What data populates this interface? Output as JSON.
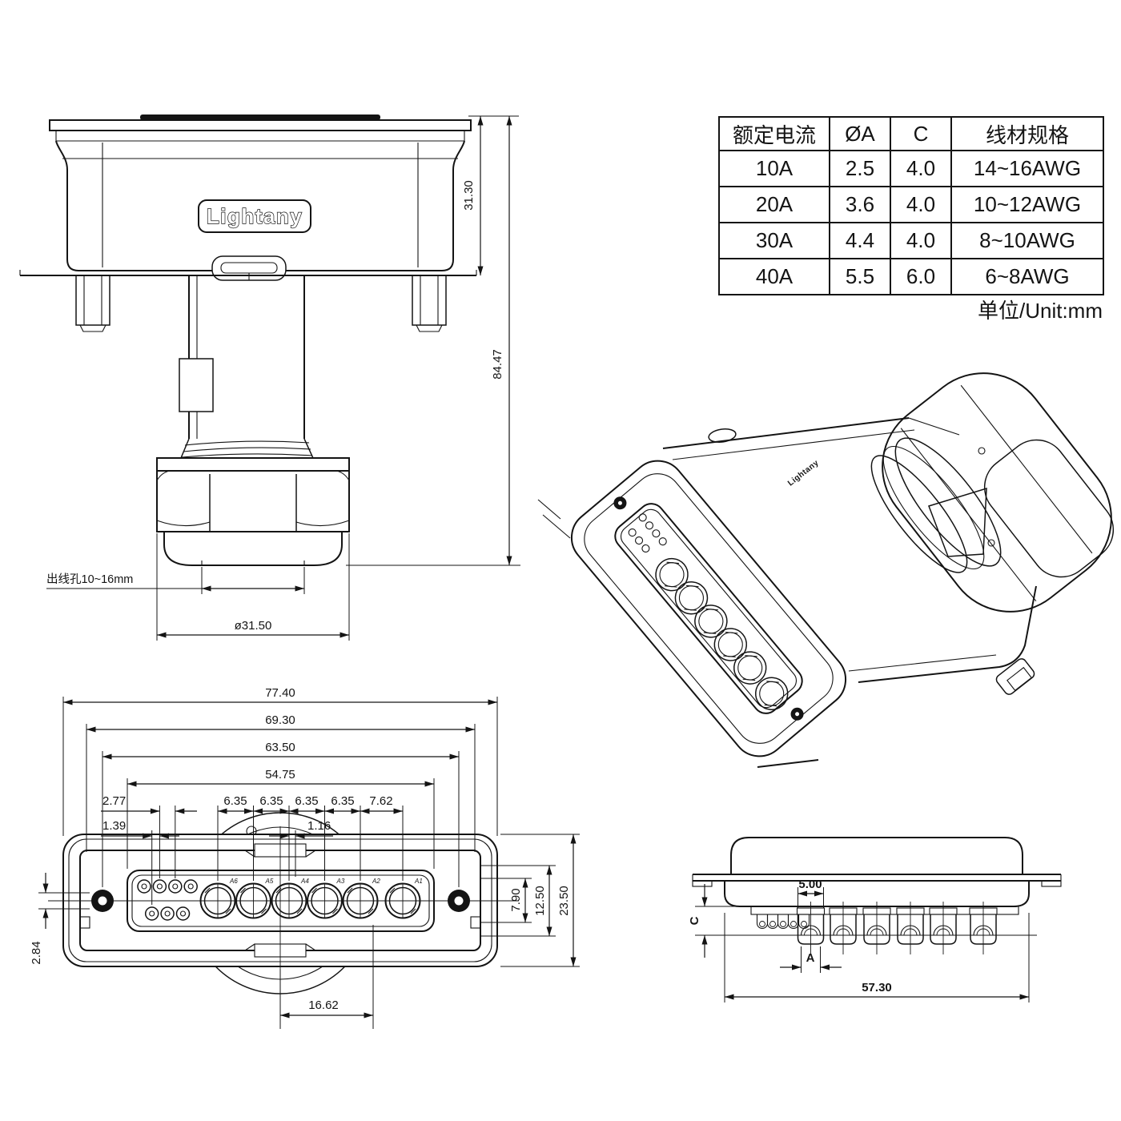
{
  "brand": {
    "logo_text": "Lightany"
  },
  "spec_table": {
    "headers": [
      "额定电流",
      "ØA",
      "C",
      "线材规格"
    ],
    "rows": [
      [
        "10A",
        "2.5",
        "4.0",
        "14~16AWG"
      ],
      [
        "20A",
        "3.6",
        "4.0",
        "10~12AWG"
      ],
      [
        "30A",
        "4.4",
        "4.0",
        "8~10AWG"
      ],
      [
        "40A",
        "5.5",
        "6.0",
        "6~8AWG"
      ]
    ],
    "unit_note": "单位/Unit:mm"
  },
  "front_view": {
    "dim_flange_height": "31.30",
    "dim_total_height": "84.47",
    "cable_hole_label": "出线孔10~16mm",
    "dim_gland_diameter": "ø31.50"
  },
  "face_view": {
    "dim_overall_width": "77.40",
    "dim_body_width": "69.30",
    "dim_mount_spacing": "63.50",
    "dim_insert_width": "54.75",
    "dim_signal_pitch": "2.77",
    "dim_signal_row_offset": "1.39",
    "dim_power_offset": "1.16",
    "power_pitches": [
      "6.35",
      "6.35",
      "6.35",
      "6.35",
      "7.62"
    ],
    "dim_hole_offset": "2.84",
    "dim_center_to_contact": "16.62",
    "dim_insert_height": "7.90",
    "dim_shell_height": "12.50",
    "dim_flange_height": "23.50",
    "contact_labels": [
      "A6",
      "A5",
      "A4",
      "A3",
      "A2",
      "A1"
    ]
  },
  "side_view": {
    "dim_cup_width": "5.00",
    "dim_crimp_depth_label": "C",
    "dim_cup_inner_label": "A",
    "dim_body_width": "57.30"
  }
}
